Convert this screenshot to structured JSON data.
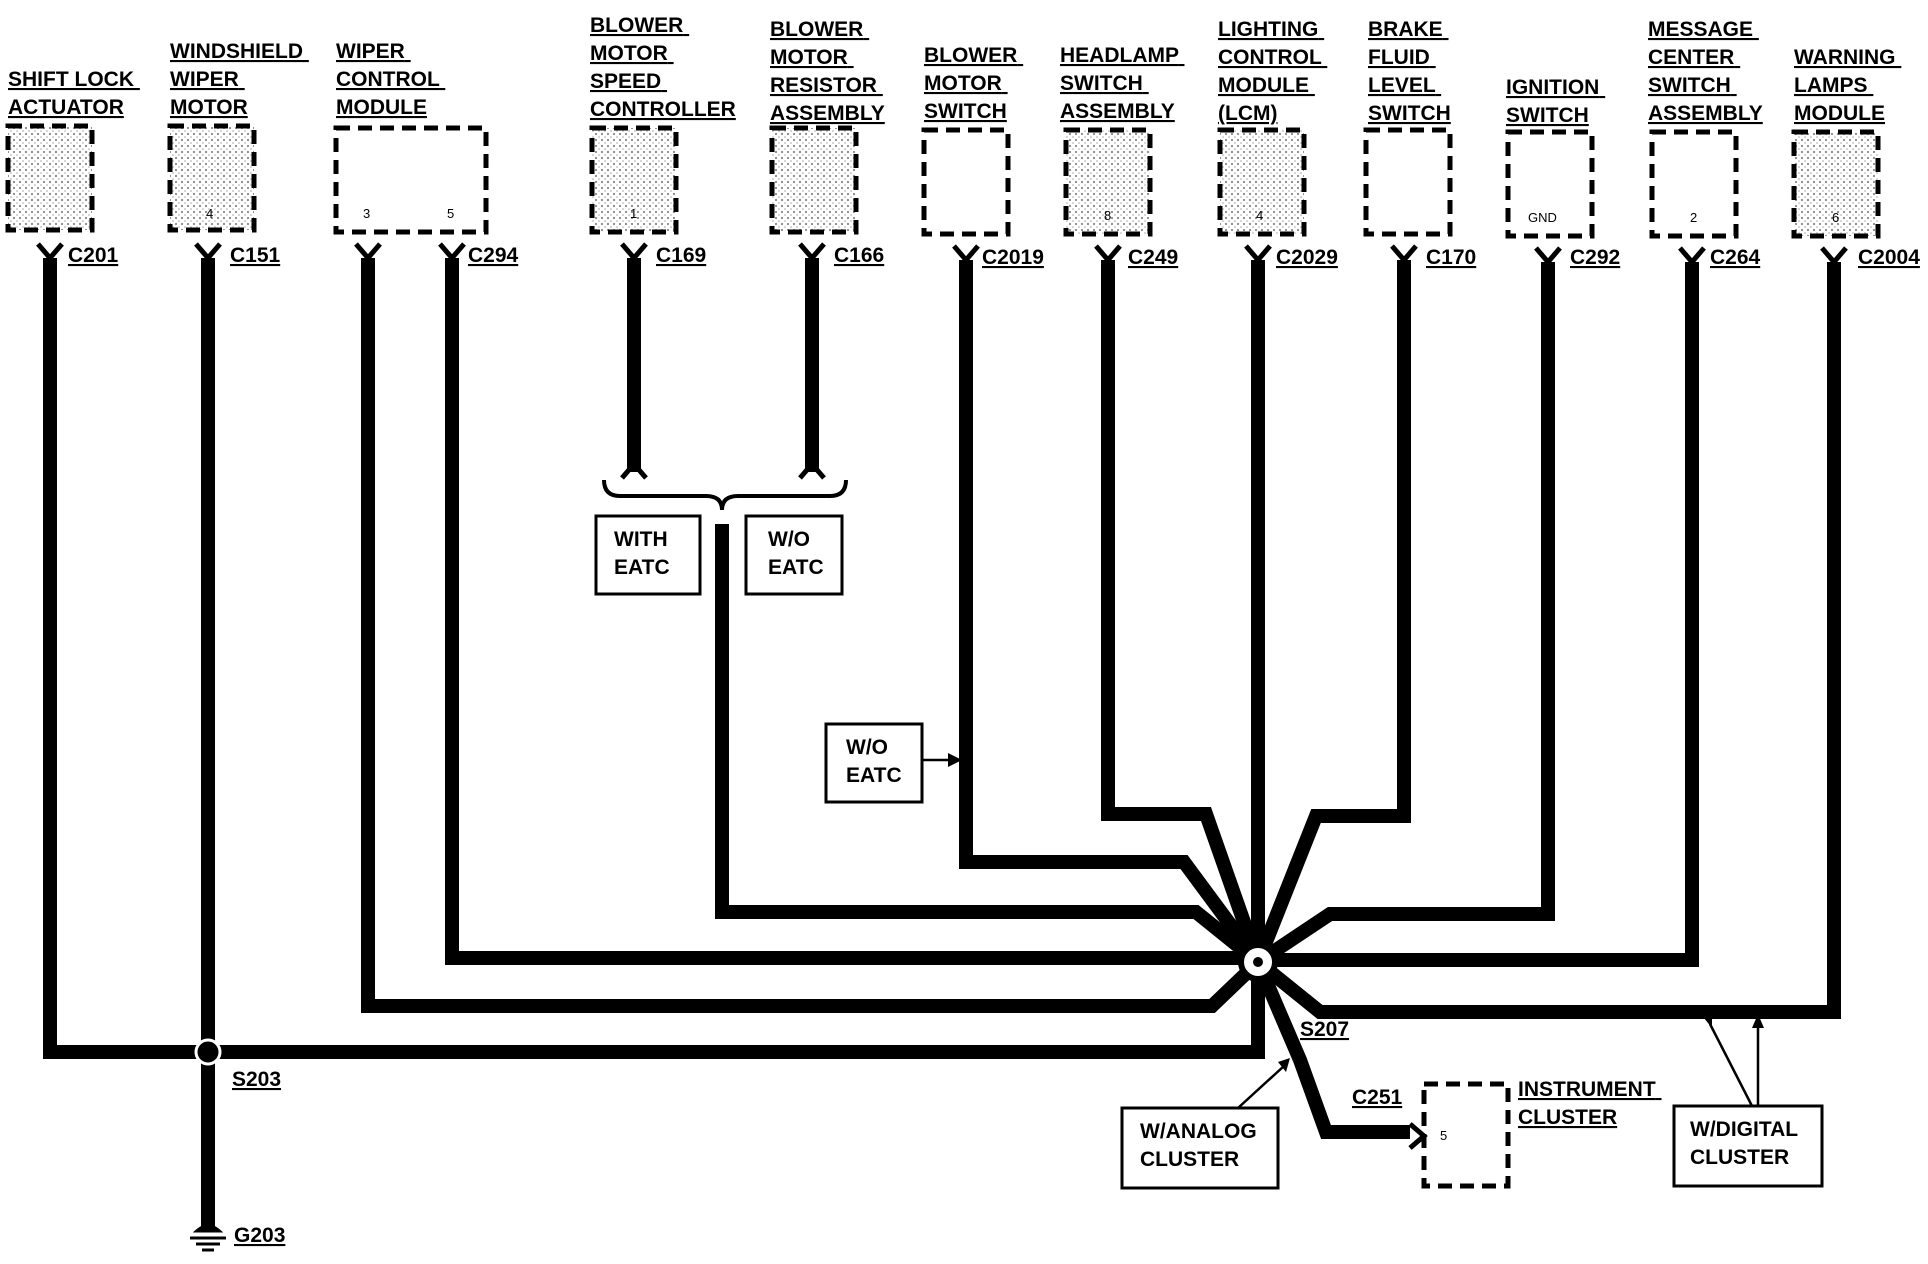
{
  "components": [
    {
      "id": "shift-lock-actuator",
      "label": [
        "SHIFT LOCK",
        "ACTUATOR"
      ],
      "connector": "C201",
      "pin": ""
    },
    {
      "id": "windshield-wiper-motor",
      "label": [
        "WINDSHIELD",
        "WIPER",
        "MOTOR"
      ],
      "connector": "C151",
      "pin": "4"
    },
    {
      "id": "wiper-control-module",
      "label": [
        "WIPER",
        "CONTROL",
        "MODULE"
      ],
      "connector": "C294",
      "pins": [
        "3",
        "5"
      ]
    },
    {
      "id": "blower-motor-speed-controller",
      "label": [
        "BLOWER",
        "MOTOR",
        "SPEED",
        "CONTROLLER"
      ],
      "connector": "C169",
      "pin": "1"
    },
    {
      "id": "blower-motor-resistor-assembly",
      "label": [
        "BLOWER",
        "MOTOR",
        "RESISTOR",
        "ASSEMBLY"
      ],
      "connector": "C166",
      "pin": ""
    },
    {
      "id": "blower-motor-switch",
      "label": [
        "BLOWER",
        "MOTOR",
        "SWITCH"
      ],
      "connector": "C2019",
      "pin": ""
    },
    {
      "id": "headlamp-switch-assembly",
      "label": [
        "HEADLAMP",
        "SWITCH",
        "ASSEMBLY"
      ],
      "connector": "C249",
      "pin": "8"
    },
    {
      "id": "lighting-control-module",
      "label": [
        "LIGHTING",
        "CONTROL",
        "MODULE",
        "(LCM)"
      ],
      "connector": "C2029",
      "pin": "4"
    },
    {
      "id": "brake-fluid-level-switch",
      "label": [
        "BRAKE",
        "FLUID",
        "LEVEL",
        "SWITCH"
      ],
      "connector": "C170",
      "pin": ""
    },
    {
      "id": "ignition-switch",
      "label": [
        "IGNITION",
        "SWITCH"
      ],
      "connector": "C292",
      "pin": "GND"
    },
    {
      "id": "message-center-switch-assembly",
      "label": [
        "MESSAGE",
        "CENTER",
        "SWITCH",
        "ASSEMBLY"
      ],
      "connector": "C264",
      "pin": "2"
    },
    {
      "id": "warning-lamps-module",
      "label": [
        "WARNING",
        "LAMPS",
        "MODULE"
      ],
      "connector": "C2004",
      "pin": "6"
    }
  ],
  "instrument_cluster": {
    "label": [
      "INSTRUMENT",
      "CLUSTER"
    ],
    "connector": "C251",
    "pin": "5"
  },
  "notes": {
    "with_eatc": [
      "WITH",
      "EATC"
    ],
    "wo_eatc_top": [
      "W/O",
      "EATC"
    ],
    "wo_eatc_side": [
      "W/O",
      "EATC"
    ],
    "analog_cluster": [
      "W/ANALOG",
      "CLUSTER"
    ],
    "digital_cluster": [
      "W/DIGITAL",
      "CLUSTER"
    ]
  },
  "splices": {
    "s207": "S207",
    "s203": "S203"
  },
  "ground": {
    "id": "G203"
  }
}
